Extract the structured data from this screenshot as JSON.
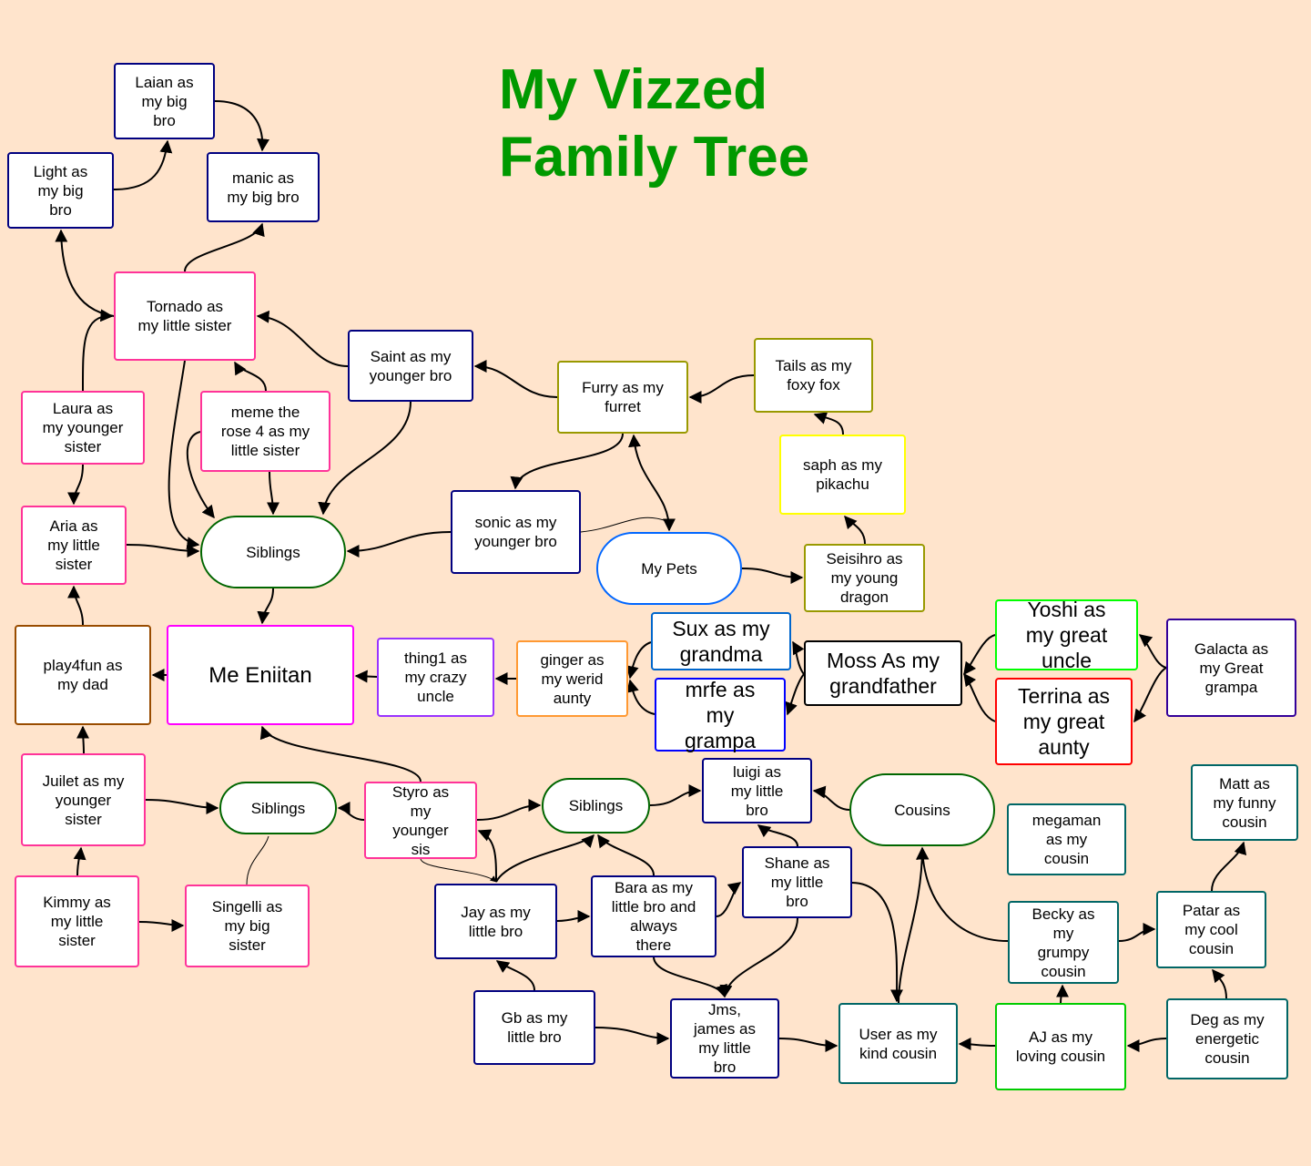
{
  "title": {
    "line1": "My Vizzed",
    "line2": "Family Tree"
  },
  "nodes": {
    "laian": "Laian as\nmy big\nbro",
    "light": "Light as\nmy big\nbro",
    "manic": "manic as\nmy big bro",
    "tornado": "Tornado as\nmy little sister",
    "saint": "Saint as my\nyounger bro",
    "furry": "Furry as my\nfurret",
    "tails": "Tails as my\nfoxy fox",
    "saph": "saph as my\npikachu",
    "laura": "Laura as\nmy younger\nsister",
    "meme": "meme the\nrose 4 as my\nlittle sister",
    "aria": "Aria as\nmy little\nsister",
    "siblings1": "Siblings",
    "sonic": "sonic as my\nyounger bro",
    "mypets": "My Pets",
    "seisihro": "Seisihro as\nmy young\ndragon",
    "play4fun": "play4fun as\nmy dad",
    "me": "Me Eniitan",
    "thing1": "thing1 as\nmy crazy\nuncle",
    "ginger": "ginger as\nmy werid\naunty",
    "sux": "Sux as my\ngrandma",
    "mrfe": "mrfe as\nmy\ngrampa",
    "moss": "Moss As my\ngrandfather",
    "yoshi": "Yoshi as\nmy great\nuncle",
    "terrina": "Terrina as\nmy great\naunty",
    "galacta": "Galacta as\nmy Great\ngrampa",
    "juilet": "Juilet as my\nyounger\nsister",
    "siblings2": "Siblings",
    "styro": "Styro as\nmy\nyounger\nsis",
    "siblings3": "Siblings",
    "luigi": "luigi as\nmy little\nbro",
    "cousins": "Cousins",
    "megaman": "megaman\nas my\ncousin",
    "matt": "Matt as\nmy funny\ncousin",
    "kimmy": "Kimmy as\nmy little\nsister",
    "singelli": "Singelli as\nmy big\nsister",
    "jay": "Jay as my\nlittle bro",
    "bara": "Bara as my\nlittle bro and\nalways\nthere",
    "shane": "Shane as\nmy little\nbro",
    "becky": "Becky as\nmy\ngrumpy\ncousin",
    "patar": "Patar as\nmy cool\ncousin",
    "gb": "Gb as my\nlittle bro",
    "jms": "Jms,\njames as\nmy little\nbro",
    "user": "User as my\nkind cousin",
    "aj": "AJ as my\nloving cousin",
    "deg": "Deg as my\nenergetic\ncousin"
  },
  "colors": {
    "title": "#009900",
    "background": "#ffe4cc"
  }
}
